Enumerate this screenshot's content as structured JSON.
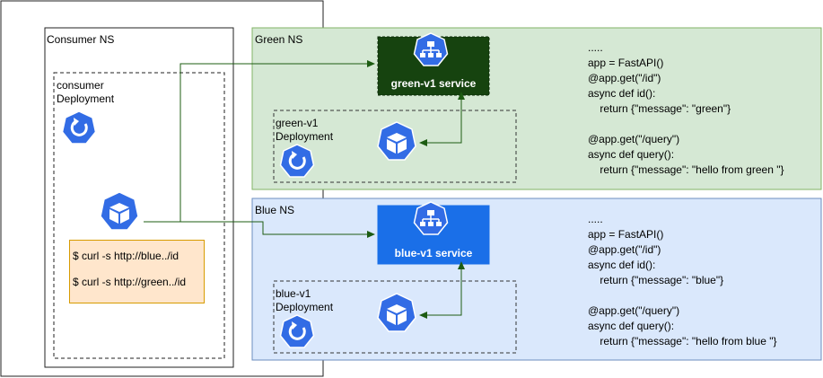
{
  "consumer_ns": {
    "label": "Consumer NS",
    "deployment_label": "consumer\nDeployment",
    "curl_commands": [
      "$ curl -s http://blue../id",
      "$ curl -s http://green../id"
    ]
  },
  "green_ns": {
    "label": "Green NS",
    "service_label": "green-v1 service",
    "deployment_label": "green-v1\nDeployment",
    "code": ".....\napp = FastAPI()\n@app.get(\"/id\")\nasync def id():\n    return {\"message\": \"green\"}\n\n@app.get(\"/query\")\nasync def query():\n    return {\"message\": \"hello from green \"}"
  },
  "blue_ns": {
    "label": "Blue NS",
    "service_label": "blue-v1 service",
    "deployment_label": "blue-v1\nDeployment",
    "code": ".....\napp = FastAPI()\n@app.get(\"/id\")\nasync def id():\n    return {\"message\": \"blue\"}\n\n@app.get(\"/query\")\nasync def query():\n    return {\"message\": \"hello from blue \"}"
  },
  "colors": {
    "green_ns_bg": "#d5e8d4",
    "blue_ns_bg": "#dae8fc",
    "green_service_bg": "#16430f",
    "blue_service_bg": "#1a6fe8",
    "k8s_blue": "#326ce5",
    "curl_bg": "#ffe6cc",
    "curl_border": "#d79b00",
    "connector_green": "#1d5c12",
    "connector_blue": "#1d5c12"
  },
  "icons": [
    "deployment-icon",
    "pod-icon",
    "service-icon"
  ]
}
